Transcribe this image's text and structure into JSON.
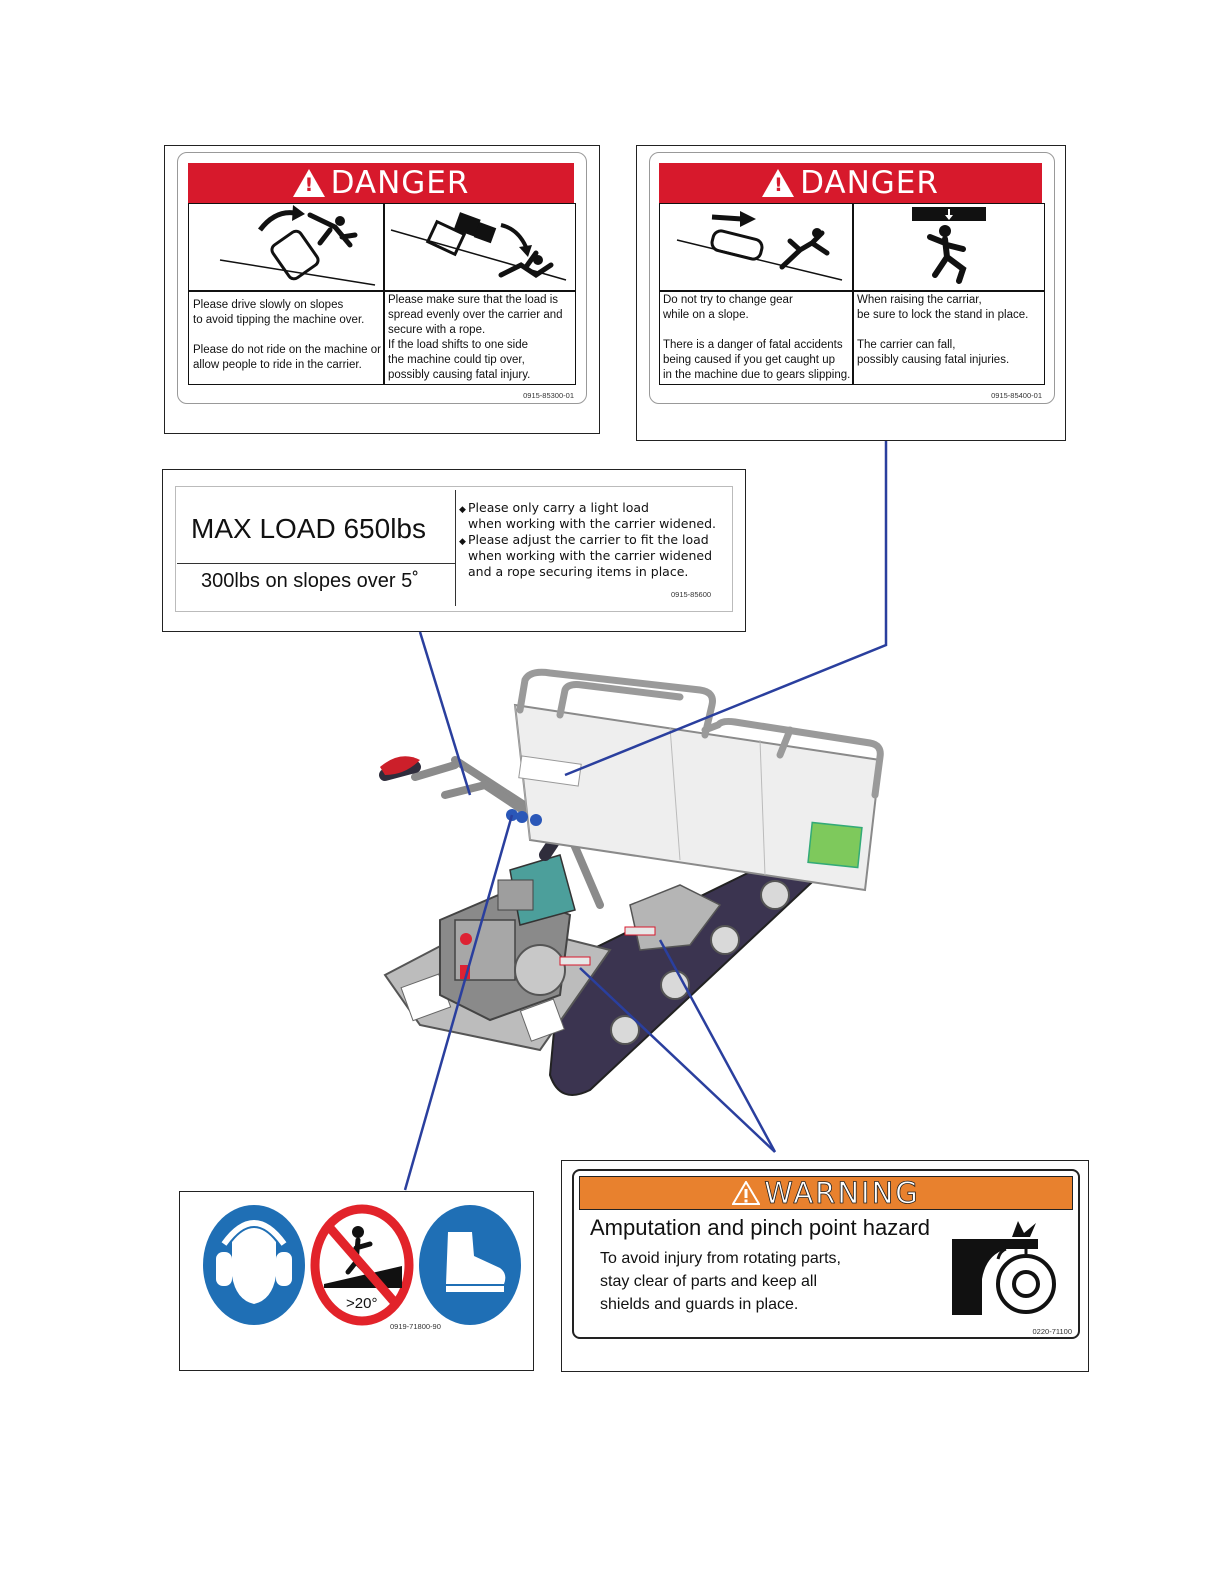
{
  "labels": {
    "danger1": {
      "heading": "DANGER",
      "left_text": "Please drive slowly on slopes\nto avoid tipping the machine over.\n\nPlease do not ride on the machine or\nallow people to ride in the carrier.",
      "right_text": "Please make sure that the load is\nspread evenly over the carrier and\nsecure with a rope.\nIf the load shifts to one side\nthe machine could tip over,\npossibly causing fatal injury.",
      "part_no": "0915-85300-01"
    },
    "danger2": {
      "heading": "DANGER",
      "left_text": "Do not try to change gear\nwhile on a slope.\n\nThere is a danger of fatal accidents\nbeing caused if you get caught up\nin the machine due to gears slipping.",
      "right_text": "When raising the carriar,\nbe sure to lock the stand in place.\n\nThe carrier can fall,\npossibly causing fatal injuries.",
      "part_no": "0915-85400-01"
    },
    "maxload": {
      "title": "MAX LOAD 650lbs",
      "subtitle": "300lbs on slopes over 5˚",
      "bullet1": "Please only carry a light load\nwhen working with the carrier widened.",
      "bullet2": "Please adjust the carrier to fit the load\nwhen working with the carrier widened\nand a rope securing items in place.",
      "part_no": "0915-85600"
    },
    "ppe": {
      "slope": ">20°",
      "part_no": "0919-71800-90"
    },
    "warning": {
      "heading": "WARNING",
      "title": "Amputation and pinch point hazard",
      "body": "To avoid injury from rotating parts,\nstay clear of parts and keep all\nshields and guards in place.",
      "part_no": "0220-71100"
    }
  },
  "colors": {
    "danger_red": "#d7192c",
    "warning_orange": "#e8812e",
    "mandatory_blue": "#1f6fb5",
    "prohibition_red": "#e2232a",
    "leader_blue": "#2a3f9e",
    "track_purple": "#3b3450"
  },
  "icons": [
    "ear-protection-icon",
    "no-slope-over-20-icon",
    "safety-boot-icon",
    "pinch-point-icon"
  ]
}
